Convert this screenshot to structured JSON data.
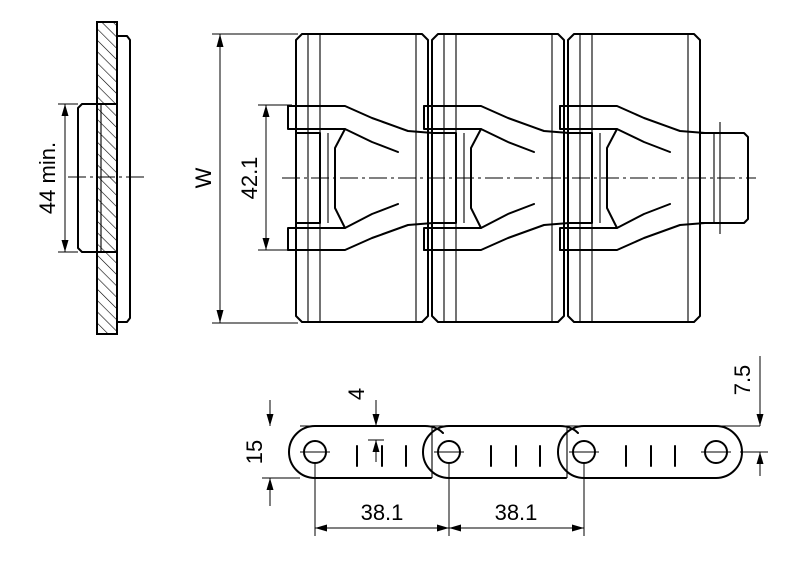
{
  "labels": {
    "min_height": "44 min.",
    "width": "W",
    "plate_width": "42.1",
    "thickness_plate": "4",
    "thickness_total": "15",
    "pitch_1": "38.1",
    "pitch_2": "38.1",
    "top_offset": "7.5"
  }
}
